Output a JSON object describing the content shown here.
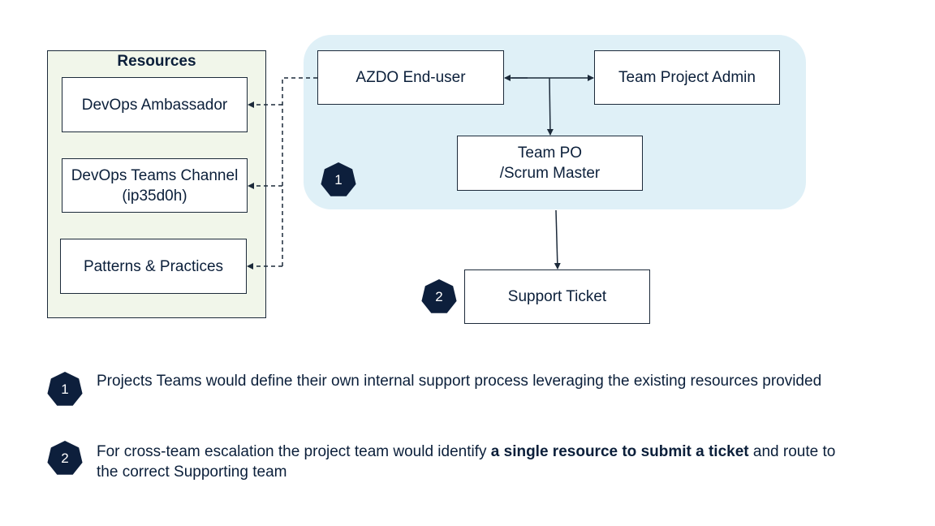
{
  "resources": {
    "title": "Resources",
    "items": [
      "DevOps Ambassador",
      "DevOps Teams Channel\n(ip35d0h)",
      "Patterns & Practices"
    ]
  },
  "nodes": {
    "end_user": "AZDO End-user",
    "admin": "Team Project Admin",
    "po_line1": "Team PO",
    "po_line2": "/Scrum Master",
    "ticket": "Support Ticket"
  },
  "badges": {
    "one": "1",
    "two": "2"
  },
  "notes": {
    "one": "Projects Teams would define their own internal support process leveraging the existing resources provided",
    "two_before": "For cross-team escalation the project team would identify ",
    "two_bold": "a single resource to submit a ticket",
    "two_after": " and route to the correct Supporting team"
  },
  "colors": {
    "team_area": "#dff0f7",
    "resources_bg": "#f1f6ea",
    "badge": "#0d1f3c",
    "text": "#0b1f3a"
  }
}
